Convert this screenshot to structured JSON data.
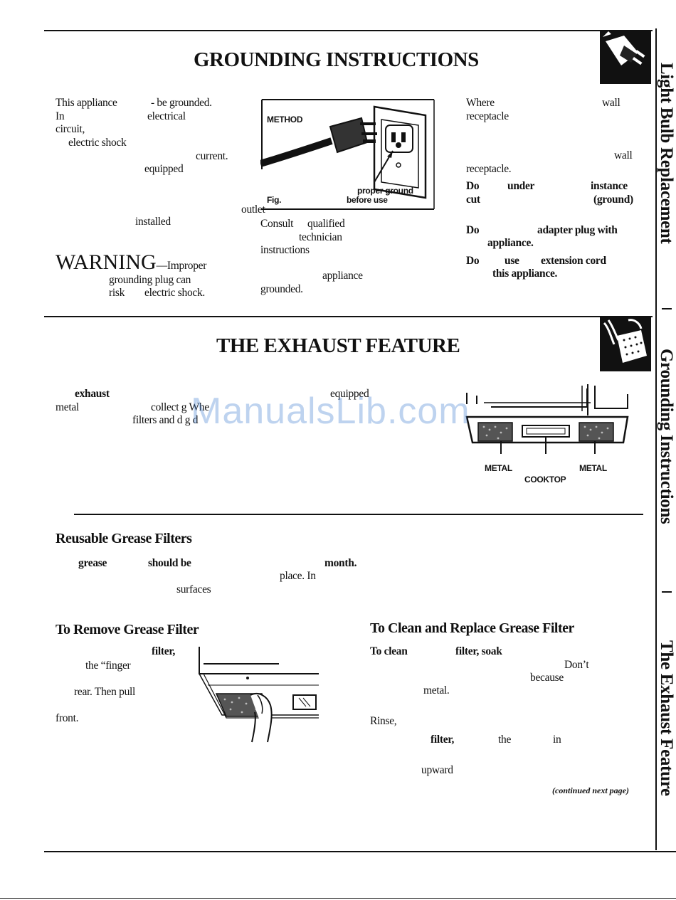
{
  "grounding": {
    "title": "GROUNDING INSTRUCTIONS",
    "left_lines": [
      "This appliance",
      "- be grounded.",
      "In",
      "electrical",
      "circuit,",
      "electric shock",
      "current.",
      "equipped",
      "installed"
    ],
    "warning_word": "WARNING",
    "warning_rest": "—Improper",
    "warning_line2": "grounding plug can",
    "warning_line3a": "risk",
    "warning_line3b": "electric shock.",
    "figure_method": "METHOD",
    "figure_proper_ground": "proper ground",
    "figure_before_use": "before use",
    "figure_fig": "Fig.",
    "outlet_word": "outlet",
    "middle_lines": [
      "Consult",
      "qualified",
      "technician",
      "instructions",
      "appliance",
      "grounded."
    ],
    "right_lines": [
      "Where",
      "wall",
      "receptacle",
      "wall",
      "receptacle."
    ],
    "right_bold": [
      "Do",
      "under",
      "instance",
      "cut",
      "(ground)",
      "Do",
      "adapter plug with",
      "appliance.",
      "Do",
      "use",
      "extension cord",
      "this appliance."
    ]
  },
  "exhaust": {
    "title": "THE EXHAUST FEATURE",
    "intro_words": [
      "exhaust",
      "equipped",
      "metal",
      "collect",
      "filters and"
    ],
    "garbled": [
      "g",
      "Whe",
      "d",
      "g d"
    ],
    "fig_metal_left": "METAL",
    "fig_metal_right": "METAL",
    "fig_cooktop": "COOKTOP"
  },
  "reusable": {
    "title": "Reusable Grease Filters",
    "words": [
      "grease",
      "should be",
      "month.",
      "place. In",
      "surfaces"
    ]
  },
  "remove": {
    "title": "To Remove Grease Filter",
    "words": [
      "filter,",
      "the “finger",
      "rear. Then pull",
      "front."
    ]
  },
  "clean": {
    "title": "To Clean and Replace Grease Filter",
    "words": [
      "To clean",
      "filter, soak",
      "Don’t",
      "because",
      "metal.",
      "Rinse,",
      "filter,",
      "the",
      "in",
      "upward"
    ],
    "continued": "(continued next page)"
  },
  "sidebar": [
    "Light Bulb Replacement",
    "Grounding Instructions",
    "The Exhaust Feature"
  ],
  "watermark": "ManualsLib.com"
}
